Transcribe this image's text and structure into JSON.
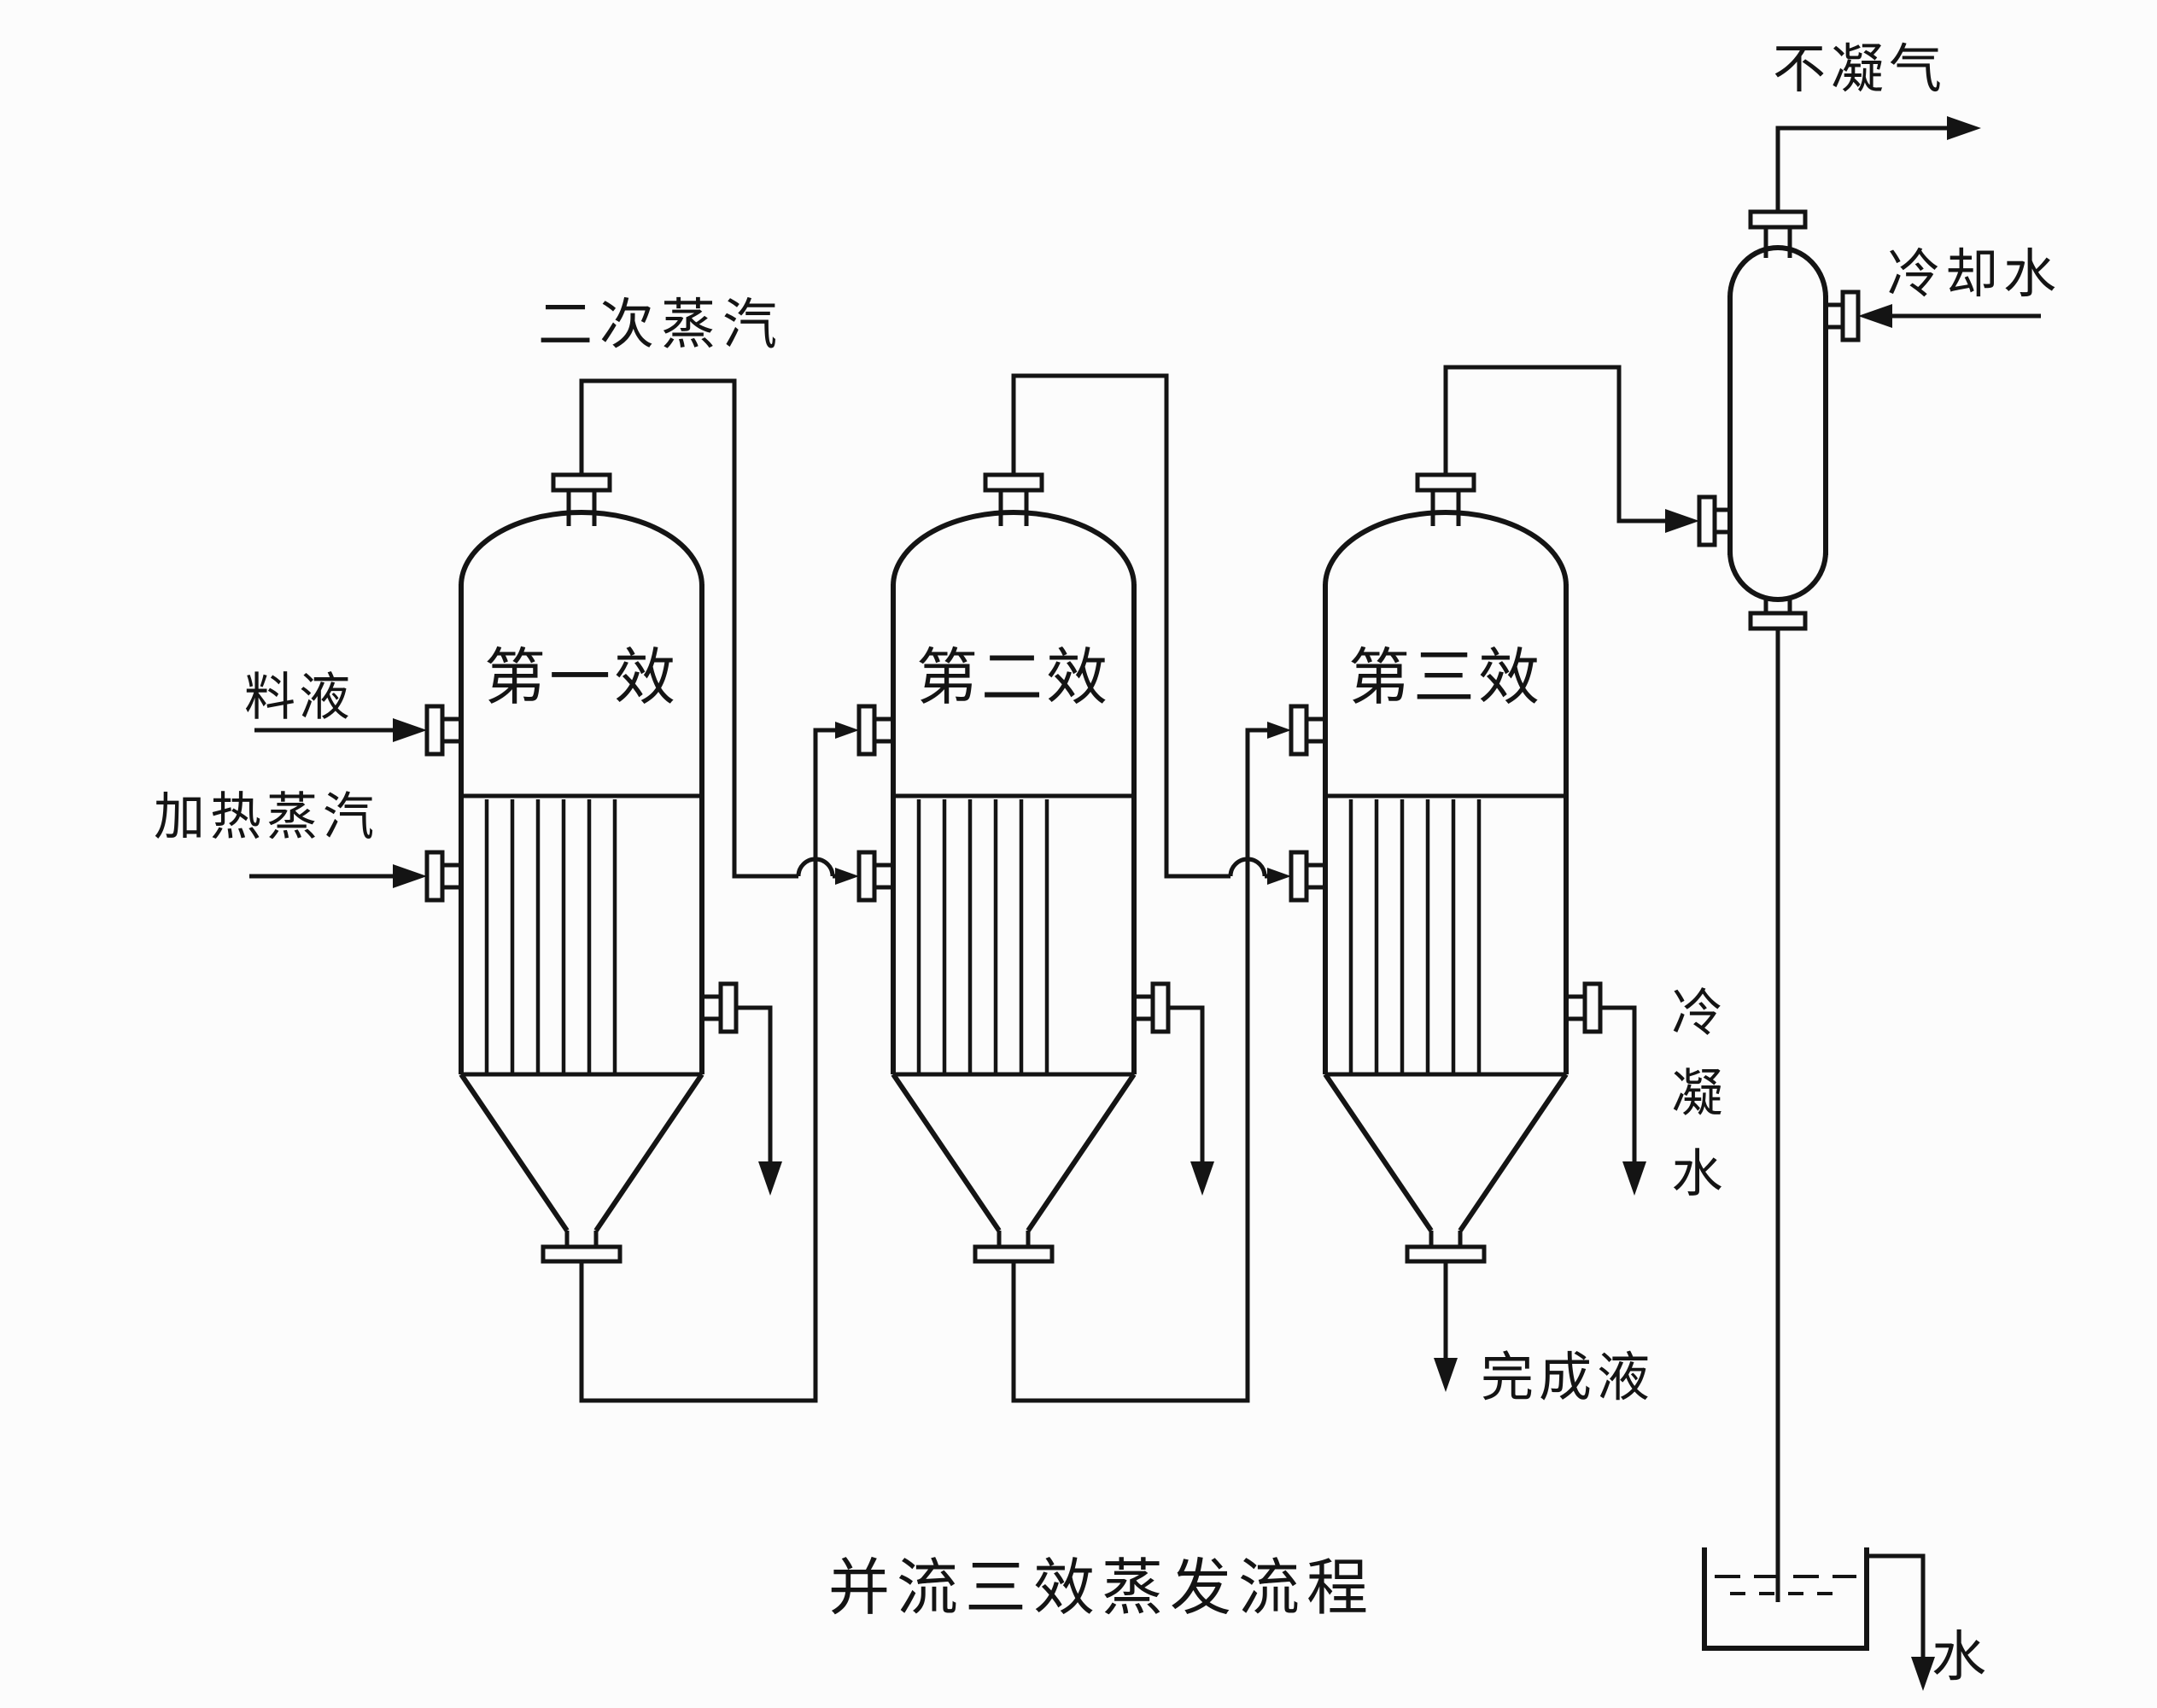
{
  "title": "并流三效蒸发流程",
  "evaporators": [
    {
      "label": "第一效"
    },
    {
      "label": "第二效"
    },
    {
      "label": "第三效"
    }
  ],
  "labels": {
    "secondary_steam": "二次蒸汽",
    "feed": "料液",
    "heating_steam": "加热蒸汽",
    "non_condensable_gas": "不凝气",
    "cooling_water": "冷却水",
    "condensate": "冷凝水",
    "finished_liquid": "完成液",
    "water": "水"
  },
  "colors": {
    "line": "#141414",
    "background": "#fcfcfc"
  }
}
